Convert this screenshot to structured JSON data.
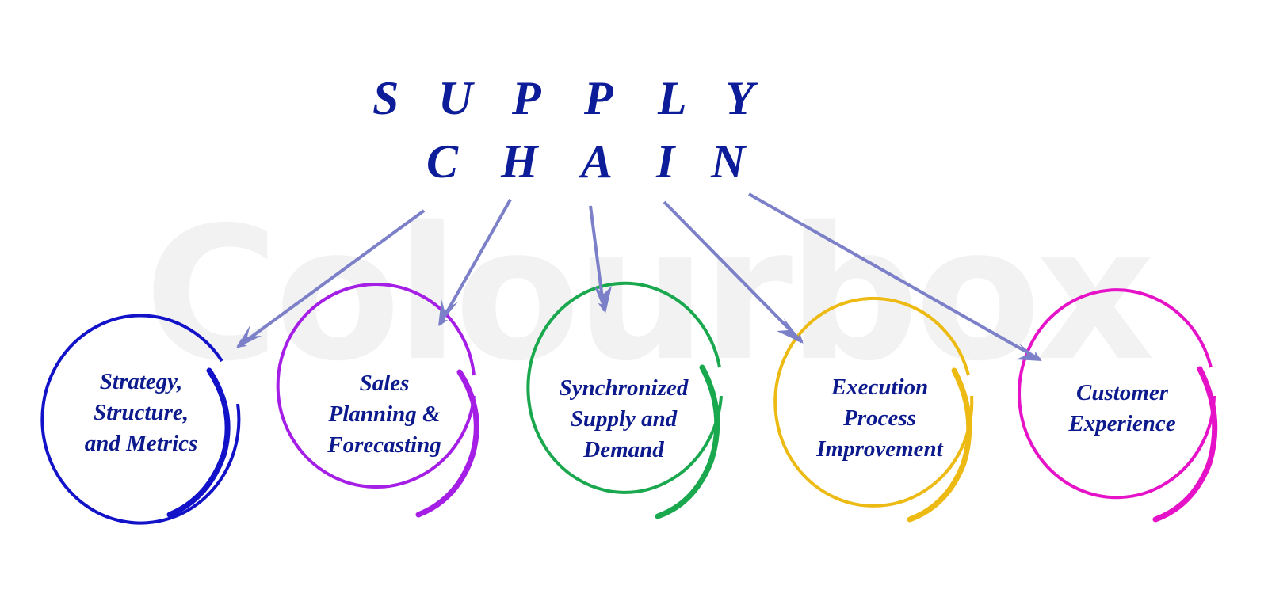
{
  "watermark": {
    "text": "Colourbox",
    "color": "#f2f2f2"
  },
  "title": {
    "line1": [
      "S",
      "U",
      "P",
      "P",
      "L",
      "Y"
    ],
    "line2": [
      "C",
      "H",
      "A",
      "I",
      "N"
    ],
    "full_text": "SUPPLY CHAIN",
    "color": "#0d1c98"
  },
  "arrows": {
    "color": "#7b80c8",
    "count": 5
  },
  "nodes": [
    {
      "lines": [
        "Strategy,",
        "Structure,",
        "and Metrics"
      ],
      "color": "#1212c8"
    },
    {
      "lines": [
        "Sales",
        "Planning &",
        "Forecasting"
      ],
      "color": "#a51ee6"
    },
    {
      "lines": [
        "Synchronized",
        "Supply and",
        "Demand"
      ],
      "color": "#1aa84e"
    },
    {
      "lines": [
        "Execution",
        "Process",
        "Improvement"
      ],
      "color": "#ecba12"
    },
    {
      "lines": [
        "Customer",
        "Experience"
      ],
      "color": "#e612c8"
    }
  ]
}
